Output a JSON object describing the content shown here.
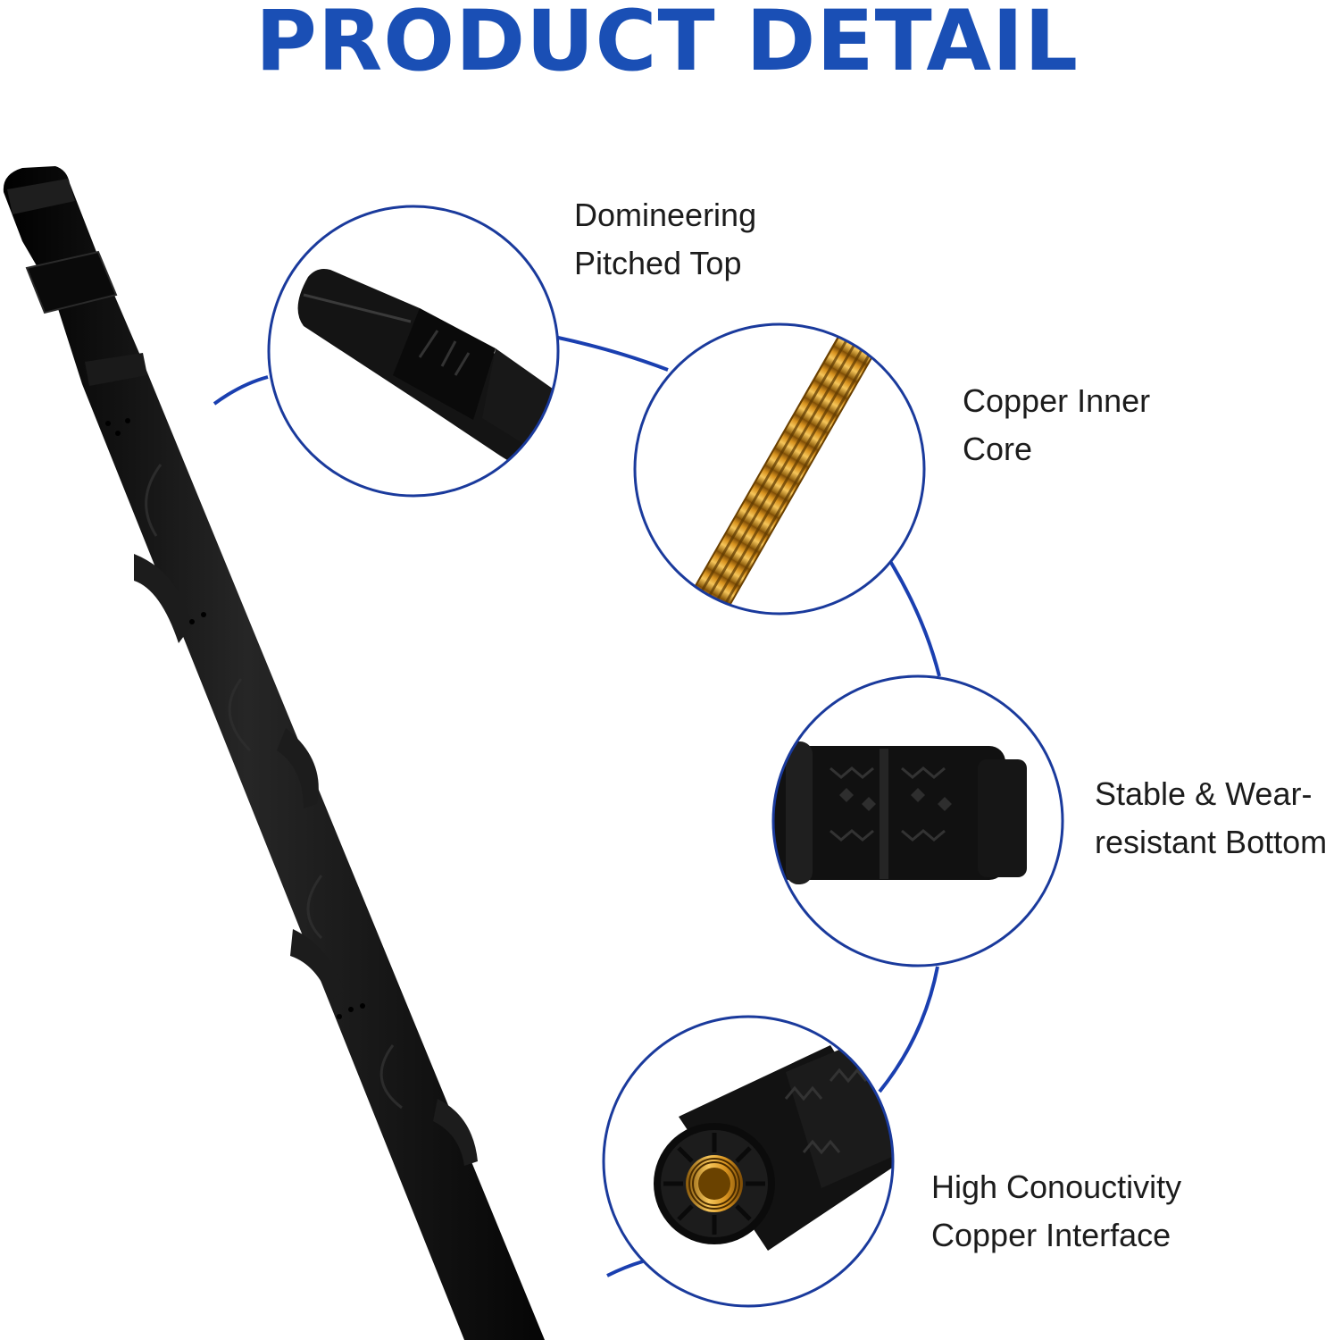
{
  "header": {
    "title": "PRODUCT DETAIL"
  },
  "colors": {
    "accent": "#1a4fb5",
    "circle_border": "#1a3a9c",
    "antenna": "#0d0d0d",
    "copper": "#d89a2a"
  },
  "features": [
    {
      "line1": "Domineering",
      "line2": "Pitched Top",
      "image": "antenna-tip-closeup"
    },
    {
      "line1": "Copper Inner",
      "line2": "Core",
      "image": "copper-coil-closeup"
    },
    {
      "line1": "Stable & Wear-",
      "line2": "resistant Bottom",
      "image": "rubber-base-closeup"
    },
    {
      "line1": "High Conouctivity",
      "line2": "Copper Interface",
      "image": "threaded-socket-closeup"
    }
  ]
}
